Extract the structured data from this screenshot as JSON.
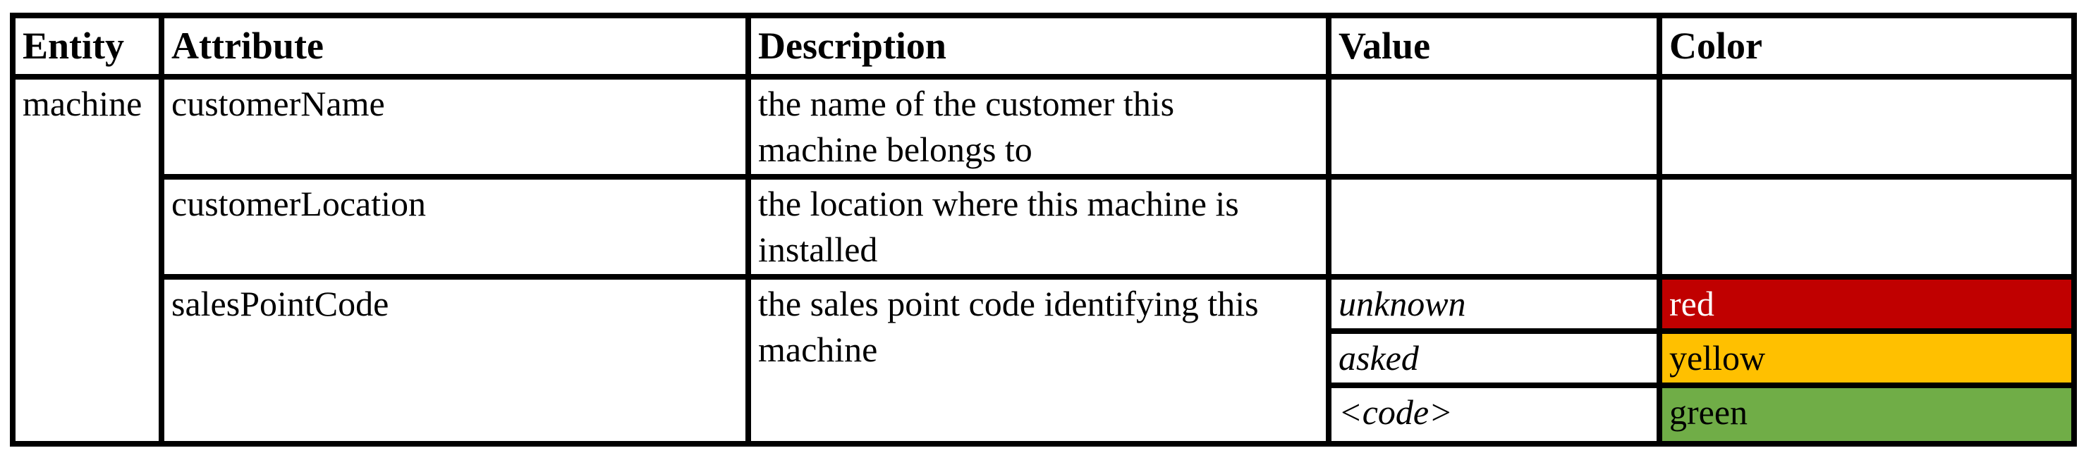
{
  "table": {
    "headers": {
      "entity": "Entity",
      "attribute": "Attribute",
      "description": "Description",
      "value": "Value",
      "color": "Color"
    },
    "entity_cell": "machine",
    "rows": [
      {
        "attribute": "customerName",
        "description": "the name of the customer this\nmachine belongs to",
        "value": "",
        "color_label": ""
      },
      {
        "attribute": "customerLocation",
        "description": "the location where this machine is\ninstalled",
        "value": "",
        "color_label": ""
      },
      {
        "attribute": "salesPointCode",
        "description": "the sales point code identifying this\nmachine",
        "states": [
          {
            "value": "unknown",
            "color_label": "red",
            "color_hex": "#C00000",
            "text_hex": "#FFFFFF"
          },
          {
            "value": "asked",
            "color_label": "yellow",
            "color_hex": "#FFC000",
            "text_hex": "#000000"
          },
          {
            "value": "<code>",
            "color_label": "green",
            "color_hex": "#70AD47",
            "text_hex": "#000000"
          }
        ]
      }
    ]
  }
}
